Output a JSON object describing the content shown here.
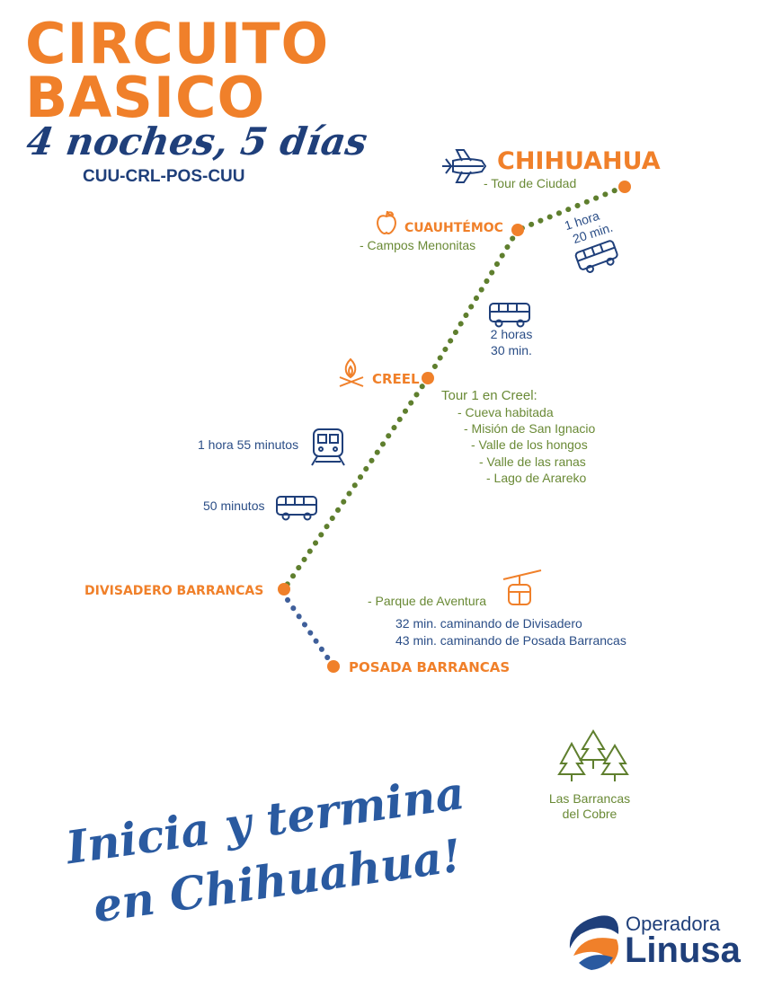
{
  "header": {
    "title_line1": "CIRCUITO",
    "title_line2": "BASICO",
    "subtitle": "4 noches, 5 días",
    "codes": "CUU-CRL-POS-CUU"
  },
  "stops": {
    "chihuahua": {
      "name": "CHIHUAHUA",
      "activity": "- Tour de Ciudad"
    },
    "cuauhtemoc": {
      "name": "CUAUHTÉMOC",
      "activity": "- Campos Menonitas"
    },
    "creel": {
      "name": "CREEL",
      "tour_title": "Tour 1 en Creel:",
      "activities": [
        "- Cueva habitada",
        "- Misión de San Ignacio",
        "- Valle de los hongos",
        "- Valle de las ranas",
        "- Lago de Arareko"
      ]
    },
    "divisadero": {
      "name": "DIVISADERO BARRANCAS"
    },
    "posada": {
      "name": "POSADA BARRANCAS"
    }
  },
  "legs": {
    "chihuahua_cuauhtemoc": {
      "line1": "1 hora",
      "line2": "20 min."
    },
    "cuauhtemoc_creel": {
      "line1": "2 horas",
      "line2": "30 min."
    },
    "train": "1 hora 55 minutos",
    "bus": "50 minutos"
  },
  "park": {
    "name": "- Parque de Aventura",
    "walk1": "32 min. caminando de Divisadero",
    "walk2": "43 min. caminando de Posada Barrancas"
  },
  "landmark": {
    "line1": "Las Barrancas",
    "line2": "del Cobre"
  },
  "closing": {
    "line1": "Inicia y termina",
    "line2": "en Chihuahua!"
  },
  "logo": {
    "line1": "Operadora",
    "line2": "Linusa"
  },
  "colors": {
    "orange": "#f0802a",
    "navy": "#1f3f7a",
    "green": "#5f7f2e",
    "blue_dots": "#3f5f9a"
  },
  "icons": [
    "plane-icon",
    "apple-icon",
    "bus-icon",
    "campfire-icon",
    "train-icon",
    "cable-car-icon",
    "pine-trees-icon"
  ]
}
